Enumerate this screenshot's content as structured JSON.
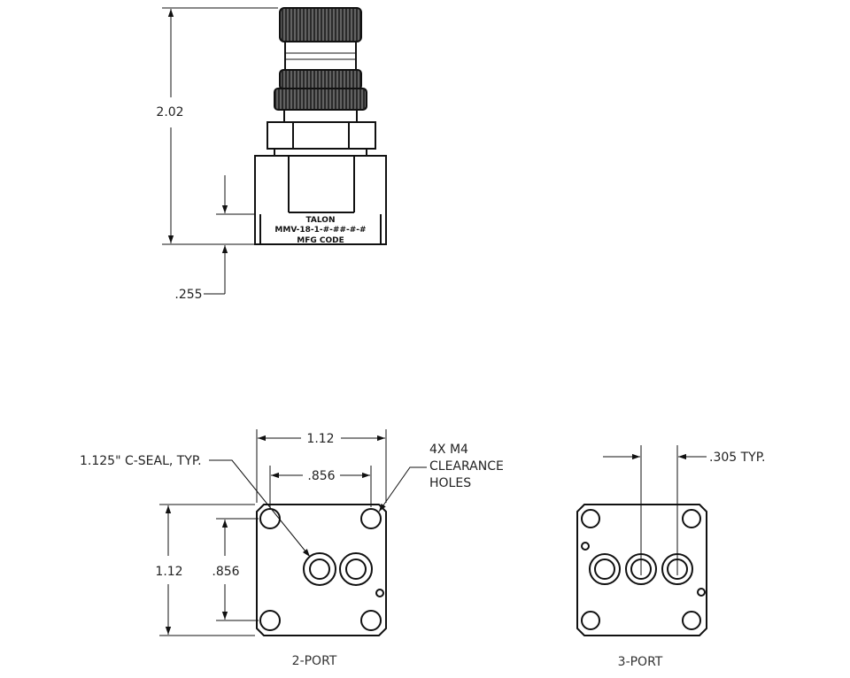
{
  "side_view": {
    "overall_height": "2.02",
    "base_offset": ".255",
    "etching": [
      "TALON",
      "MMV-18-1-#-##-#-#",
      "MFG CODE"
    ]
  },
  "two_port": {
    "width_dim": "1.12",
    "hole_spacing_dim": ".856",
    "height_dim": "1.12",
    "vertical_spacing_dim": ".856",
    "seal_note": "1.125\" C-SEAL, TYP.",
    "holes_note": [
      "4X M4",
      "CLEARANCE",
      "HOLES"
    ],
    "caption": "2-PORT"
  },
  "three_port": {
    "port_spacing_dim": ".305 TYP.",
    "caption": "3-PORT"
  }
}
